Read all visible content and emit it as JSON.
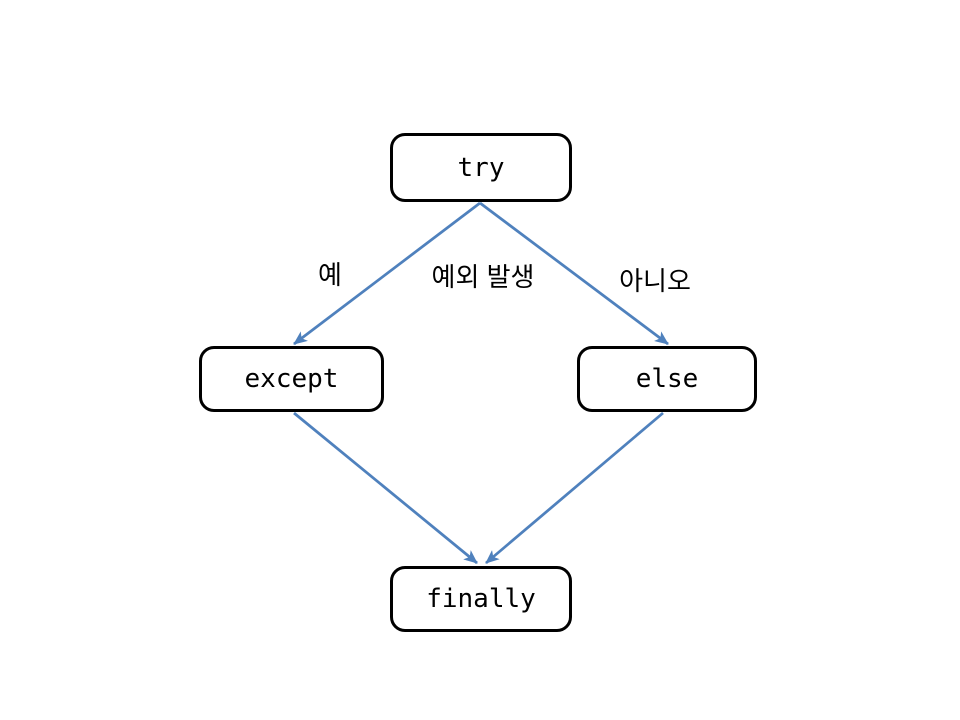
{
  "diagram": {
    "nodes": {
      "try": {
        "label": "try"
      },
      "except": {
        "label": "except"
      },
      "else": {
        "label": "else"
      },
      "finally": {
        "label": "finally"
      }
    },
    "edges": [
      {
        "from": "try",
        "to": "except",
        "label": "예"
      },
      {
        "from": "try",
        "to": "else",
        "label": "아니오"
      },
      {
        "from": "except",
        "to": "finally",
        "label": ""
      },
      {
        "from": "else",
        "to": "finally",
        "label": ""
      }
    ],
    "condition_label": "예외 발생",
    "colors": {
      "arrow": "#4F81BD",
      "node_border": "#000000",
      "node_fill": "#FFFFFF",
      "text": "#000000",
      "background": "#FFFFFF"
    }
  }
}
